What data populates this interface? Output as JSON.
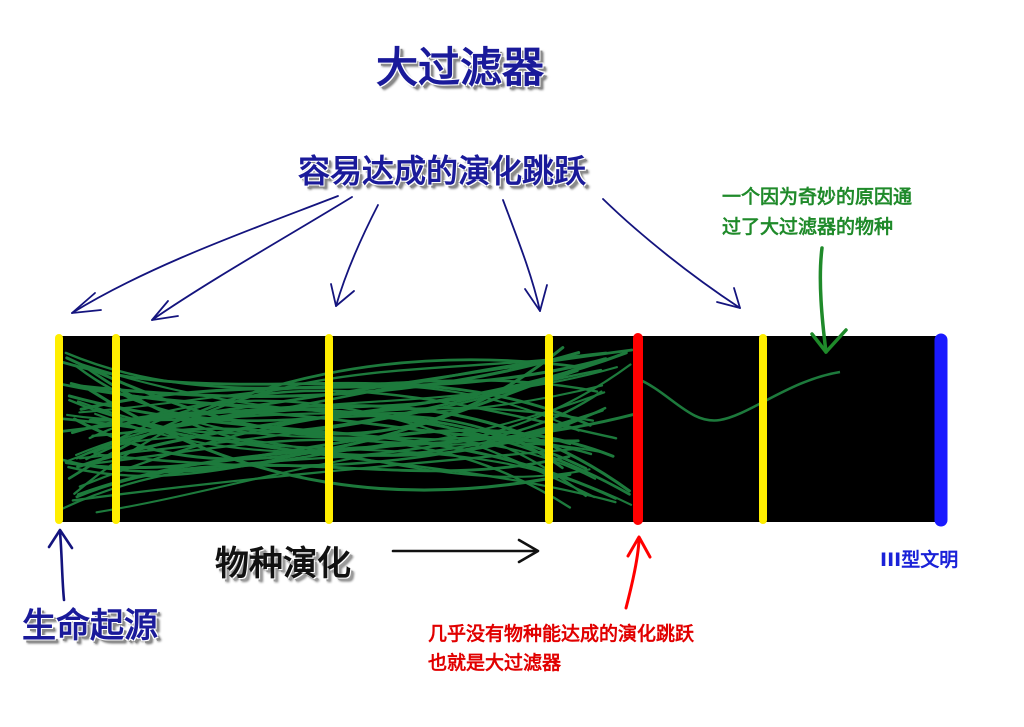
{
  "title": "大过滤器",
  "easy_jumps_label": "容易达成的演化跳跃",
  "special_species_label": [
    "一个因为奇妙的原因通",
    "过了大过滤器的物种"
  ],
  "origin_label": "生命起源",
  "evolution_label": "物种演化",
  "great_filter_note": [
    "几乎没有物种能达成的演化跳跃",
    "也就是大过滤器"
  ],
  "type3_label": "III型文明",
  "colors": {
    "band": "#000000",
    "lineage": "#1d7a3c",
    "easy_jump": "#ffee00",
    "great_filter": "#ff0000",
    "type3": "#1a1aff",
    "title_text": "#1a1a9a",
    "special_text": "#1f8a2a",
    "filter_text": "#e10000",
    "type3_text": "#1a22d8"
  },
  "icons": [
    "arrow-down-icon",
    "arrow-up-icon",
    "arrow-right-icon"
  ]
}
